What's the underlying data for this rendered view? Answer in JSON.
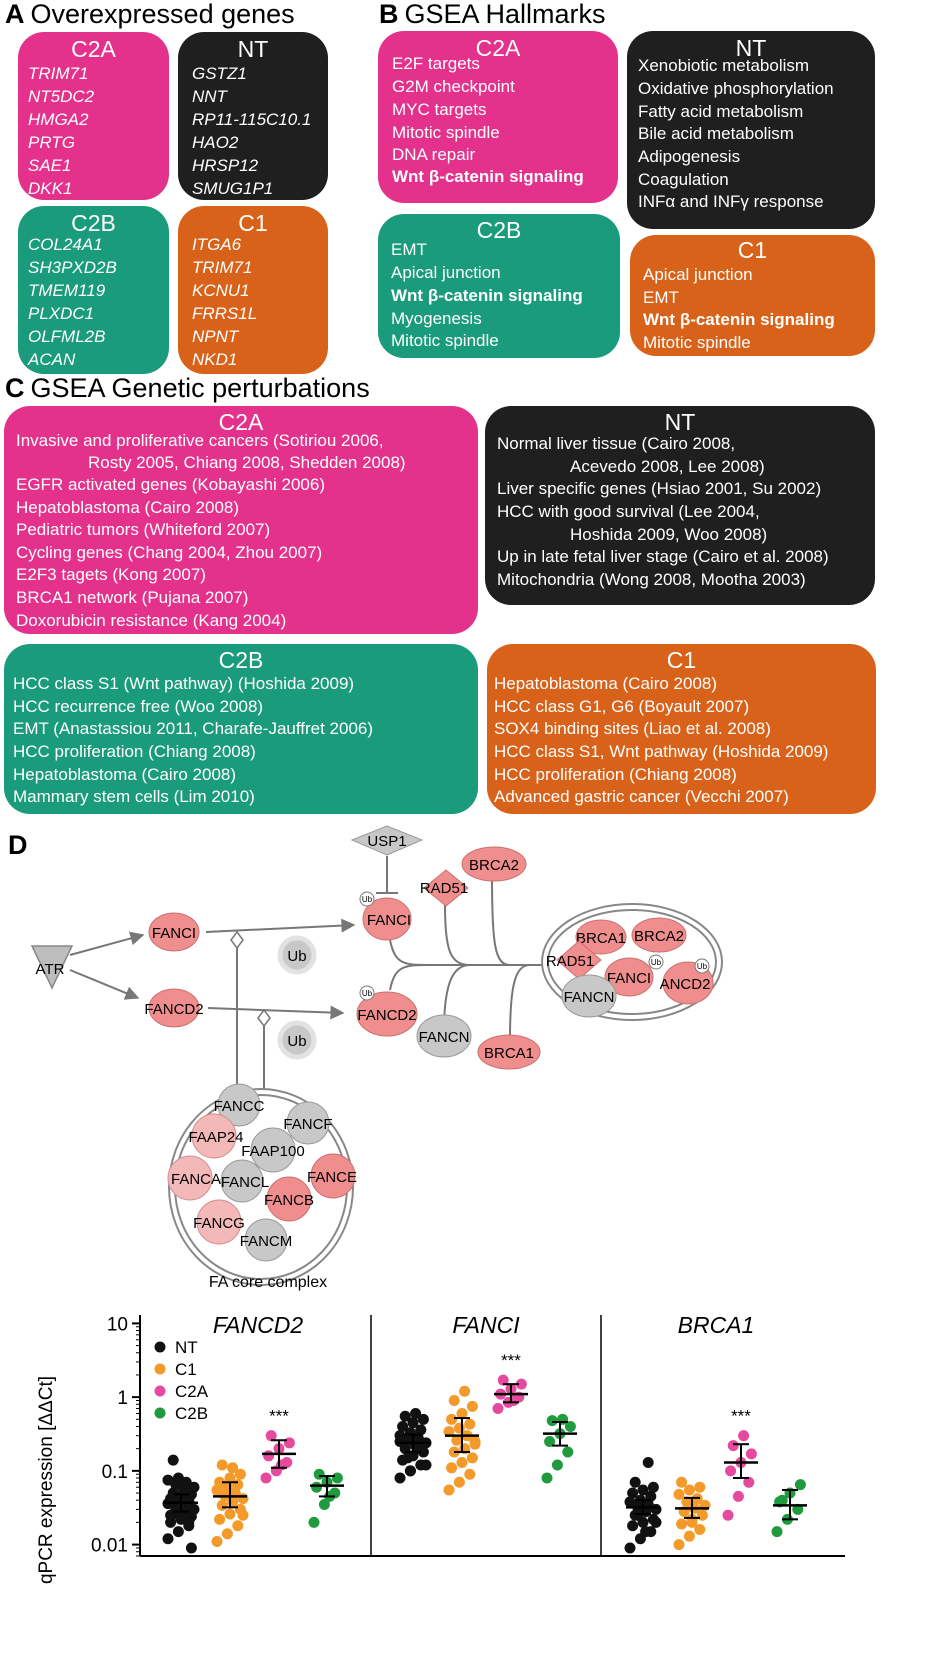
{
  "panelA": {
    "letter": "A",
    "title": "Overexpressed genes",
    "boxes": [
      {
        "name": "C2A",
        "items": [
          "TRIM71",
          "NT5DC2",
          "HMGA2",
          "PRTG",
          "SAE1",
          "DKK1"
        ]
      },
      {
        "name": "NT",
        "items": [
          "GSTZ1",
          "NNT",
          "RP11-115C10.1",
          "HAO2",
          "HRSP12",
          "SMUG1P1"
        ]
      },
      {
        "name": "C2B",
        "items": [
          "COL24A1",
          "SH3PXD2B",
          "TMEM119",
          "PLXDC1",
          "OLFML2B",
          "ACAN"
        ]
      },
      {
        "name": "C1",
        "items": [
          "ITGA6",
          "TRIM71",
          "KCNU1",
          "FRRS1L",
          "NPNT",
          "NKD1"
        ]
      }
    ]
  },
  "panelB": {
    "letter": "B",
    "title": "GSEA Hallmarks",
    "boxes": [
      {
        "name": "C2A",
        "items": [
          "E2F targets",
          "G2M checkpoint",
          "MYC targets",
          "Mitotic spindle",
          "DNA repair",
          "Wnt β-catenin signaling"
        ],
        "bold_index": 5
      },
      {
        "name": "NT",
        "items": [
          "Xenobiotic metabolism",
          "Oxidative phosphorylation",
          "Fatty acid metabolism",
          "Bile acid metabolism",
          "Adipogenesis",
          "Coagulation",
          "INFα and INFγ response"
        ]
      },
      {
        "name": "C2B",
        "items": [
          "EMT",
          "Apical junction",
          "Wnt β-catenin signaling",
          "Myogenesis",
          "Mitotic spindle"
        ],
        "bold_index": 2
      },
      {
        "name": "C1",
        "items": [
          "Apical junction",
          "EMT",
          "Wnt β-catenin signaling",
          "Mitotic spindle"
        ],
        "bold_index": 2
      }
    ]
  },
  "panelC": {
    "letter": "C",
    "title": "GSEA Genetic perturbations",
    "boxes": [
      {
        "name": "C2A",
        "items": [
          "Invasive and proliferative cancers (Sotiriou 2006,",
          "Rosty 2005, Chiang 2008, Shedden 2008)",
          "EGFR activated genes (Kobayashi 2006)",
          "Hepatoblastoma (Cairo 2008)",
          "Pediatric tumors (Whiteford 2007)",
          "Cycling genes (Chang 2004, Zhou 2007)",
          "E2F3 tagets (Kong 2007)",
          "BRCA1 network (Pujana 2007)",
          "Doxorubicin resistance (Kang 2004)"
        ]
      },
      {
        "name": "NT",
        "items": [
          "Normal liver tissue (Cairo 2008,",
          "Acevedo 2008, Lee 2008)",
          "Liver specific genes (Hsiao 2001, Su 2002)",
          "HCC with good survival (Lee 2004,",
          "Hoshida  2009, Woo 2008)",
          "Up in late fetal liver stage (Cairo et al. 2008)",
          "Mitochondria (Wong 2008, Mootha 2003)"
        ]
      },
      {
        "name": "C2B",
        "items": [
          "HCC class S1 (Wnt pathway) (Hoshida 2009)",
          "HCC recurrence free (Woo 2008)",
          "EMT (Anastassiou 2011, Charafe-Jauffret 2006)",
          "HCC proliferation (Chiang 2008)",
          "Hepatoblastoma (Cairo 2008)",
          "Mammary stem cells (Lim 2010)"
        ]
      },
      {
        "name": "C1",
        "items": [
          "Hepatoblastoma (Cairo 2008)",
          "HCC class G1, G6 (Boyault 2007)",
          "SOX4 binding sites (Liao et al. 2008)",
          "HCC class S1, Wnt pathway (Hoshida 2009)",
          "HCC proliferation (Chiang 2008)",
          "Advanced gastric cancer (Vecchi 2007)"
        ]
      }
    ]
  },
  "panelD": {
    "letter": "D",
    "nodes": {
      "usp1": "USP1",
      "brca2": "BRCA2",
      "rad51": "RAD51",
      "fanci": "FANCI",
      "fancd2": "FANCD2",
      "atr": "ATR",
      "ub": "Ub",
      "fancn": "FANCN",
      "brca1": "BRCA1",
      "cx_brca1": "BRCA1",
      "cx_brca2": "BRCA2",
      "cx_rad51": "RAD51",
      "cx_fanci": "FANCI",
      "cx_fancd2": "ANCD2",
      "cx_fancn": "FANCN",
      "fancc": "FANCC",
      "faap24": "FAAP24",
      "fancf": "FANCF",
      "faap100": "FAAP100",
      "fanca": "FANCA",
      "fancl": "FANCL",
      "fance": "FANCE",
      "fancb": "FANCB",
      "fancg": "FANCG",
      "fancm": "FANCM"
    },
    "core_label": "FA core complex",
    "colors": {
      "pink": "#f08e8e",
      "grey": "#c8c8c8",
      "edge": "#777777"
    }
  },
  "chart_data": {
    "type": "scatter",
    "ylabel": "qPCR expression [ΔΔCt]",
    "yscale": "log",
    "ylim": [
      0.007,
      10
    ],
    "yticks": [
      "10",
      "1",
      "0.1",
      "0.01"
    ],
    "panels": [
      "FANCD2",
      "FANCI",
      "BRCA1"
    ],
    "legend": [
      {
        "name": "NT",
        "color": "#111111"
      },
      {
        "name": "C1",
        "color": "#f39a2a"
      },
      {
        "name": "C2A",
        "color": "#e64a9e"
      },
      {
        "name": "C2B",
        "color": "#1f9b3e"
      }
    ],
    "series": [
      {
        "panel": "FANCD2",
        "group": "NT",
        "mean": 0.037,
        "err": [
          0.028,
          0.048
        ],
        "values": [
          0.012,
          0.015,
          0.018,
          0.02,
          0.022,
          0.024,
          0.026,
          0.028,
          0.03,
          0.032,
          0.034,
          0.036,
          0.038,
          0.04,
          0.042,
          0.045,
          0.048,
          0.05,
          0.055,
          0.06,
          0.065,
          0.07,
          0.075,
          0.08,
          0.02,
          0.025,
          0.03,
          0.009,
          0.14
        ]
      },
      {
        "panel": "FANCD2",
        "group": "C1",
        "mean": 0.045,
        "err": [
          0.032,
          0.07
        ],
        "values": [
          0.011,
          0.014,
          0.018,
          0.022,
          0.026,
          0.03,
          0.034,
          0.038,
          0.042,
          0.046,
          0.05,
          0.055,
          0.06,
          0.065,
          0.07,
          0.08,
          0.09,
          0.12,
          0.11,
          0.025
        ]
      },
      {
        "panel": "FANCD2",
        "group": "C2A",
        "mean": 0.17,
        "err": [
          0.11,
          0.26
        ],
        "values": [
          0.08,
          0.1,
          0.13,
          0.16,
          0.2,
          0.24,
          0.3,
          0.12
        ]
      },
      {
        "panel": "FANCD2",
        "group": "C2B",
        "mean": 0.063,
        "err": [
          0.045,
          0.085
        ],
        "values": [
          0.02,
          0.035,
          0.05,
          0.06,
          0.07,
          0.08,
          0.09,
          0.045
        ]
      },
      {
        "panel": "FANCI",
        "group": "NT",
        "mean": 0.24,
        "err": [
          0.18,
          0.31
        ],
        "values": [
          0.08,
          0.1,
          0.12,
          0.14,
          0.16,
          0.18,
          0.2,
          0.22,
          0.24,
          0.26,
          0.28,
          0.3,
          0.33,
          0.36,
          0.4,
          0.45,
          0.5,
          0.55,
          0.6,
          0.12,
          0.15,
          0.2,
          0.25,
          0.1
        ]
      },
      {
        "panel": "FANCI",
        "group": "C1",
        "mean": 0.3,
        "err": [
          0.18,
          0.52
        ],
        "values": [
          0.055,
          0.07,
          0.09,
          0.11,
          0.13,
          0.15,
          0.18,
          0.2,
          0.23,
          0.26,
          0.3,
          0.34,
          0.38,
          0.43,
          0.5,
          0.6,
          0.75,
          0.9,
          1.2,
          0.25
        ]
      },
      {
        "panel": "FANCI",
        "group": "C2A",
        "mean": 1.1,
        "err": [
          0.85,
          1.5
        ],
        "values": [
          0.7,
          0.85,
          1.0,
          1.1,
          1.3,
          1.5,
          1.7,
          0.9
        ]
      },
      {
        "panel": "FANCI",
        "group": "C2B",
        "mean": 0.32,
        "err": [
          0.22,
          0.46
        ],
        "values": [
          0.08,
          0.12,
          0.18,
          0.25,
          0.32,
          0.4,
          0.48,
          0.5
        ]
      },
      {
        "panel": "BRCA1",
        "group": "NT",
        "mean": 0.032,
        "err": [
          0.026,
          0.04
        ],
        "values": [
          0.009,
          0.012,
          0.015,
          0.018,
          0.02,
          0.022,
          0.025,
          0.028,
          0.03,
          0.032,
          0.035,
          0.038,
          0.04,
          0.045,
          0.05,
          0.055,
          0.06,
          0.07,
          0.015,
          0.02,
          0.025,
          0.13
        ]
      },
      {
        "panel": "BRCA1",
        "group": "C1",
        "mean": 0.031,
        "err": [
          0.023,
          0.043
        ],
        "values": [
          0.01,
          0.013,
          0.016,
          0.019,
          0.022,
          0.025,
          0.028,
          0.031,
          0.034,
          0.038,
          0.042,
          0.048,
          0.055,
          0.06,
          0.07,
          0.02
        ]
      },
      {
        "panel": "BRCA1",
        "group": "C2A",
        "mean": 0.13,
        "err": [
          0.08,
          0.23
        ],
        "values": [
          0.025,
          0.045,
          0.07,
          0.1,
          0.13,
          0.17,
          0.22,
          0.3
        ]
      },
      {
        "panel": "BRCA1",
        "group": "C2B",
        "mean": 0.034,
        "err": [
          0.022,
          0.055
        ],
        "values": [
          0.015,
          0.022,
          0.03,
          0.038,
          0.05,
          0.065,
          0.04
        ]
      }
    ],
    "annotations": [
      {
        "panel": "FANCD2",
        "group": "C2A",
        "text": "***"
      },
      {
        "panel": "FANCI",
        "group": "C2A",
        "text": "***"
      },
      {
        "panel": "BRCA1",
        "group": "C2A",
        "text": "***"
      }
    ]
  }
}
